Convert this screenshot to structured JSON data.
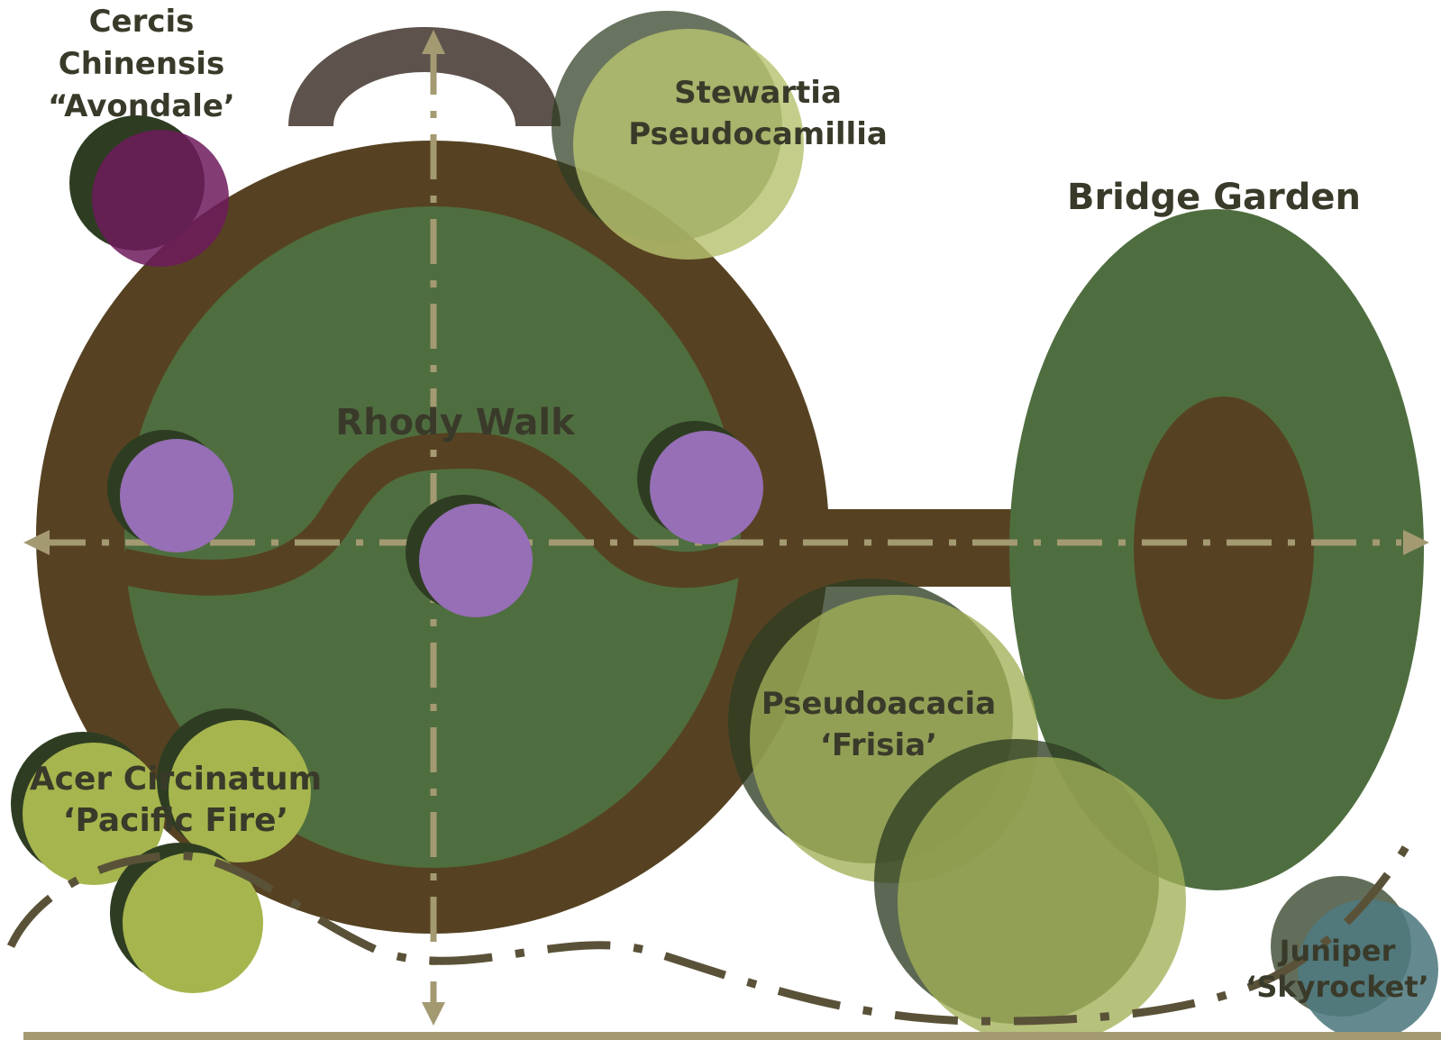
{
  "colors": {
    "ring_brown": "#564222",
    "lawn_green": "#4f6e40",
    "axis_tan": "#a49a72",
    "arch_gray": "#5e534c",
    "stewartia_light": "#b7c26f",
    "stewartia_dark": "#2e3d22",
    "cercis_purple": "#6d1a5c",
    "rhody_purple": "#966fb6",
    "acer_green": "#a6b54d",
    "robinia_green": "#a2b057",
    "juniper_teal": "#4f7a80",
    "text_dark": "#3a3a2a",
    "dash_path": "#5a5238"
  },
  "labels": {
    "cercis_line1": "Cercis",
    "cercis_line2": "Chinensis",
    "cercis_line3": "“Avondale’",
    "stewartia_line1": "Stewartia",
    "stewartia_line2": "Pseudocamillia",
    "bridge_garden": "Bridge Garden",
    "rhody_walk": "Rhody Walk",
    "pseudoacacia_line1": "Pseudoacacia",
    "pseudoacacia_line2": "‘Frisia’",
    "acer_line1": "Acer Circinatum",
    "acer_line2": "‘Pacific Fire’",
    "juniper_line1": "Juniper",
    "juniper_line2": "‘Skyrocket’"
  }
}
